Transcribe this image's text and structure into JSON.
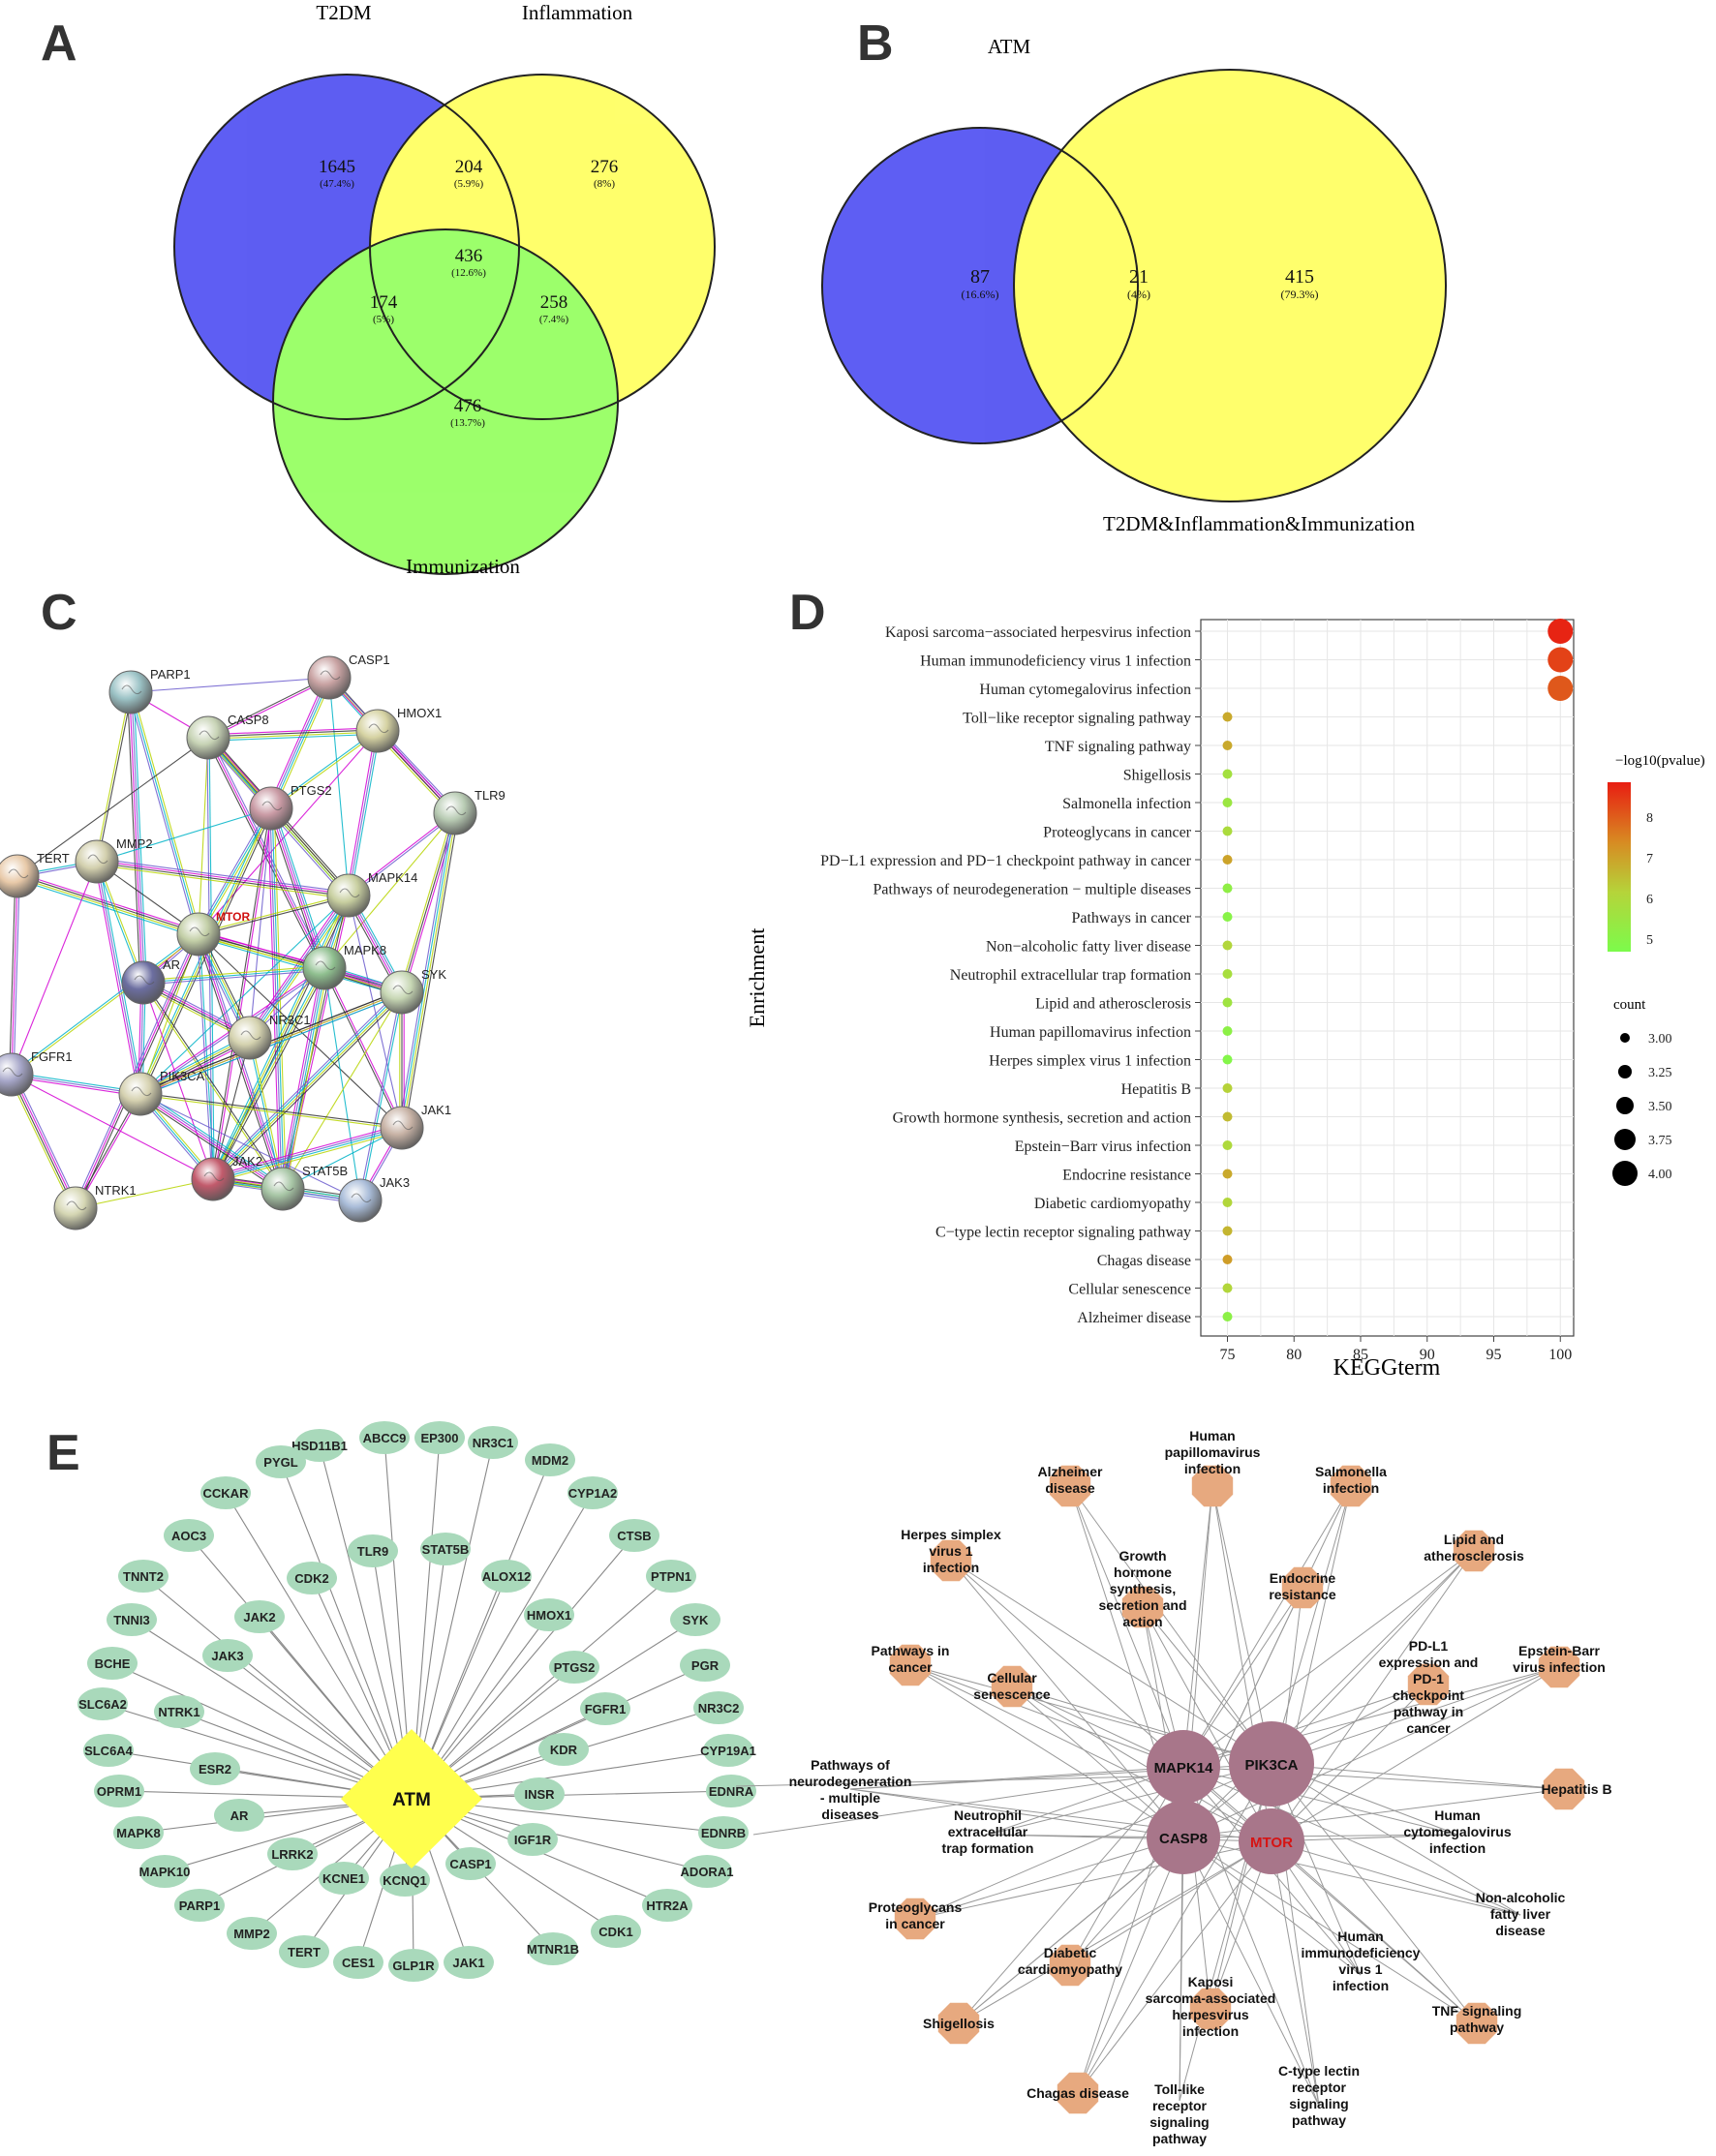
{
  "panels": {
    "a": "A",
    "b": "B",
    "c": "C",
    "d": "D",
    "e": "E"
  },
  "venn3": {
    "sets": [
      "T2DM",
      "Inflammation",
      "Immunization"
    ],
    "colors": [
      "#5b5bf5",
      "#ffff66",
      "#99ff66"
    ],
    "regions": [
      {
        "key": "t2dm_only",
        "count": "1645",
        "pct": "(47.4%)"
      },
      {
        "key": "t2dm_infl",
        "count": "204",
        "pct": "(5.9%)"
      },
      {
        "key": "infl_only",
        "count": "276",
        "pct": "(8%)"
      },
      {
        "key": "all_three",
        "count": "436",
        "pct": "(12.6%)"
      },
      {
        "key": "t2dm_imm",
        "count": "174",
        "pct": "(5%)"
      },
      {
        "key": "infl_imm",
        "count": "258",
        "pct": "(7.4%)"
      },
      {
        "key": "imm_only",
        "count": "476",
        "pct": "(13.7%)"
      }
    ]
  },
  "venn2": {
    "sets": [
      "ATM",
      "T2DM&Inflammation&Immunization"
    ],
    "regions": [
      {
        "key": "atm_only",
        "count": "87",
        "pct": "(16.6%)"
      },
      {
        "key": "both",
        "count": "21",
        "pct": "(4%)"
      },
      {
        "key": "other_only",
        "count": "415",
        "pct": "(79.3%)"
      }
    ]
  },
  "ppi": {
    "nodes": [
      {
        "id": "PARP1",
        "label": "PARP1",
        "color": "#9cc3c6"
      },
      {
        "id": "CASP1",
        "label": "CASP1",
        "color": "#c9a3a3"
      },
      {
        "id": "CASP8",
        "label": "CASP8",
        "color": "#c7d3b5"
      },
      {
        "id": "HMOX1",
        "label": "HMOX1",
        "color": "#d6d3a3"
      },
      {
        "id": "PTGS2",
        "label": "PTGS2",
        "color": "#c99aa4"
      },
      {
        "id": "TLR9",
        "label": "TLR9",
        "color": "#b9ccb4"
      },
      {
        "id": "TERT",
        "label": "TERT",
        "color": "#e8c9a8"
      },
      {
        "id": "MMP2",
        "label": "MMP2",
        "color": "#d3d0ae"
      },
      {
        "id": "MAPK14",
        "label": "MAPK14",
        "color": "#c8cfa0"
      },
      {
        "id": "MTOR",
        "label": "MTOR",
        "color": "#c3cfa7"
      },
      {
        "id": "AR",
        "label": "AR",
        "color": "#6c6ea0"
      },
      {
        "id": "MAPK8",
        "label": "MAPK8",
        "color": "#8fbf8f"
      },
      {
        "id": "SYK",
        "label": "SYK",
        "color": "#c7d7b4"
      },
      {
        "id": "NR3C1",
        "label": "NR3C1",
        "color": "#d5d3b0"
      },
      {
        "id": "FGFR1",
        "label": "FGFR1",
        "color": "#a6a6c8"
      },
      {
        "id": "PIK3CA",
        "label": "PIK3CA",
        "color": "#d5d1b0"
      },
      {
        "id": "JAK1",
        "label": "JAK1",
        "color": "#c8b3a6"
      },
      {
        "id": "JAK2",
        "label": "JAK2",
        "color": "#c25b6c"
      },
      {
        "id": "STAT5B",
        "label": "STAT5B",
        "color": "#a8c6a6"
      },
      {
        "id": "JAK3",
        "label": "JAK3",
        "color": "#a9bcd8"
      },
      {
        "id": "NTRK1",
        "label": "NTRK1",
        "color": "#d5d6b3"
      }
    ]
  },
  "chart_data": {
    "type": "scatter",
    "title": "",
    "xlabel": "KEGGterm",
    "ylabel": "Enrichment",
    "xlim": [
      73,
      101
    ],
    "xticks": [
      75,
      80,
      85,
      90,
      95,
      100
    ],
    "color_legend_title": "−log10(pvalue)",
    "color_legend_ticks": [
      "8",
      "7",
      "6",
      "5"
    ],
    "size_legend_title": "count",
    "size_legend_ticks": [
      "3.00",
      "3.25",
      "3.50",
      "3.75",
      "4.00"
    ],
    "points": [
      {
        "term": "Kaposi sarcoma−associated herpesvirus infection",
        "x": 100,
        "count": 4,
        "logp": 8.7
      },
      {
        "term": "Human immunodeficiency virus 1 infection",
        "x": 100,
        "count": 4,
        "logp": 8.3
      },
      {
        "term": "Human cytomegalovirus infection",
        "x": 100,
        "count": 4,
        "logp": 8.0
      },
      {
        "term": "Toll−like receptor signaling pathway",
        "x": 75,
        "count": 3,
        "logp": 6.8
      },
      {
        "term": "TNF signaling pathway",
        "x": 75,
        "count": 3,
        "logp": 6.8
      },
      {
        "term": "Shigellosis",
        "x": 75,
        "count": 3,
        "logp": 5.6
      },
      {
        "term": "Salmonella infection",
        "x": 75,
        "count": 3,
        "logp": 5.4
      },
      {
        "term": "Proteoglycans in cancer",
        "x": 75,
        "count": 3,
        "logp": 5.8
      },
      {
        "term": "PD−L1 expression and PD−1 checkpoint pathway in cancer",
        "x": 75,
        "count": 3,
        "logp": 6.9
      },
      {
        "term": "Pathways of neurodegeneration − multiple diseases",
        "x": 75,
        "count": 3,
        "logp": 5.1
      },
      {
        "term": "Pathways in cancer",
        "x": 75,
        "count": 3,
        "logp": 4.9
      },
      {
        "term": "Non−alcoholic fatty liver disease",
        "x": 75,
        "count": 3,
        "logp": 6.0
      },
      {
        "term": "Neutrophil extracellular trap formation",
        "x": 75,
        "count": 3,
        "logp": 5.7
      },
      {
        "term": "Lipid and atherosclerosis",
        "x": 75,
        "count": 3,
        "logp": 5.5
      },
      {
        "term": "Human papillomavirus infection",
        "x": 75,
        "count": 3,
        "logp": 5.0
      },
      {
        "term": "Herpes simplex virus 1 infection",
        "x": 75,
        "count": 3,
        "logp": 4.8
      },
      {
        "term": "Hepatitis B",
        "x": 75,
        "count": 3,
        "logp": 6.1
      },
      {
        "term": "Growth hormone synthesis, secretion and action",
        "x": 75,
        "count": 3,
        "logp": 6.5
      },
      {
        "term": "Epstein−Barr virus infection",
        "x": 75,
        "count": 3,
        "logp": 5.9
      },
      {
        "term": "Endocrine resistance",
        "x": 75,
        "count": 3,
        "logp": 6.8
      },
      {
        "term": "Diabetic cardiomyopathy",
        "x": 75,
        "count": 3,
        "logp": 6.0
      },
      {
        "term": "C−type lectin receptor signaling pathway",
        "x": 75,
        "count": 3,
        "logp": 6.6
      },
      {
        "term": "Chagas disease",
        "x": 75,
        "count": 3,
        "logp": 7.0
      },
      {
        "term": "Cellular senescence",
        "x": 75,
        "count": 3,
        "logp": 6.0
      },
      {
        "term": "Alzheimer disease",
        "x": 75,
        "count": 3,
        "logp": 5.0
      }
    ]
  },
  "network": {
    "center": "ATM",
    "genes": [
      "HSD11B1",
      "ABCC9",
      "EP300",
      "NR3C1",
      "PYGL",
      "MDM2",
      "CCKAR",
      "CYP1A2",
      "AOC3",
      "CTSB",
      "TNNT2",
      "PTPN1",
      "TNNI3",
      "SYK",
      "BCHE",
      "PGR",
      "SLC6A2",
      "NR3C2",
      "SLC6A4",
      "CYP19A1",
      "OPRM1",
      "EDNRA",
      "MAPK8",
      "EDNRB",
      "MAPK10",
      "ADORA1",
      "PARP1",
      "HTR2A",
      "MMP2",
      "CDK1",
      "TERT",
      "MTNR1B",
      "CES1",
      "JAK1",
      "GLP1R",
      "KCNQ1",
      "CASP1",
      "KCNE1",
      "IGF1R",
      "LRRK2",
      "INSR",
      "AR",
      "KDR",
      "ESR2",
      "FGFR1",
      "NTRK1",
      "PTGS2",
      "JAK3",
      "HMOX1",
      "JAK2",
      "ALOX12",
      "CDK2",
      "STAT5B",
      "TLR9"
    ],
    "hubs": [
      "MAPK14",
      "PIK3CA",
      "CASP8",
      "MTOR"
    ],
    "hub_highlight": "MTOR",
    "pathways": [
      "Alzheimer disease",
      "Human papillomavirus infection",
      "Salmonella infection",
      "Herpes simplex virus 1 infection",
      "Growth hormone synthesis, secretion and action",
      "Lipid and atherosclerosis",
      "Endocrine resistance",
      "Pathways in cancer",
      "Cellular senescence",
      "PD-L1 expression and PD-1 checkpoint pathway in cancer",
      "Epstein-Barr virus infection",
      "Pathways of neurodegeneration - multiple diseases",
      "Hepatitis B",
      "Neutrophil extracellular trap formation",
      "Human cytomegalovirus infection",
      "Proteoglycans in cancer",
      "Non-alcoholic fatty liver disease",
      "Human immunodeficiency virus 1 infection",
      "Diabetic cardiomyopathy",
      "Shigellosis",
      "TNF signaling pathway",
      "Kaposi sarcoma-associated herpesvirus infection",
      "Chagas disease",
      "C-type lectin receptor signaling pathway",
      "Toll-like receptor signaling pathway"
    ]
  }
}
